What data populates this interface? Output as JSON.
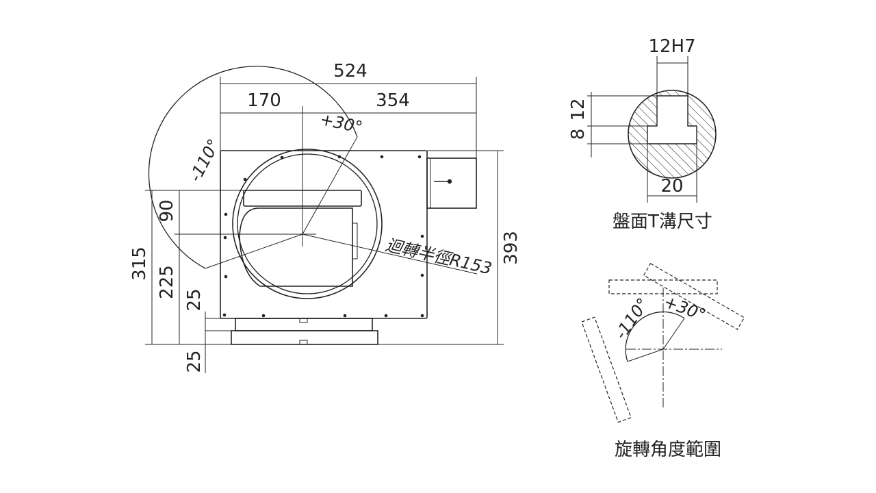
{
  "main_view": {
    "dims": {
      "overall_width": "524",
      "left_width": "170",
      "right_width": "354",
      "overall_height": "393",
      "height_315": "315",
      "height_225": "225",
      "height_90": "90",
      "height_25_upper": "25",
      "height_25_lower": "25"
    },
    "angles": {
      "plus": "+30°",
      "minus": "-110°"
    },
    "radius_label": "迴轉半徑R153"
  },
  "t_slot": {
    "dims": {
      "width_top": "12H7",
      "depth_12": "12",
      "depth_8": "8",
      "width_bottom": "20"
    },
    "caption": "盤面T溝尺寸"
  },
  "rotation": {
    "angles": {
      "minus": "-110°",
      "plus": "+30°"
    },
    "caption": "旋轉角度範圍"
  }
}
